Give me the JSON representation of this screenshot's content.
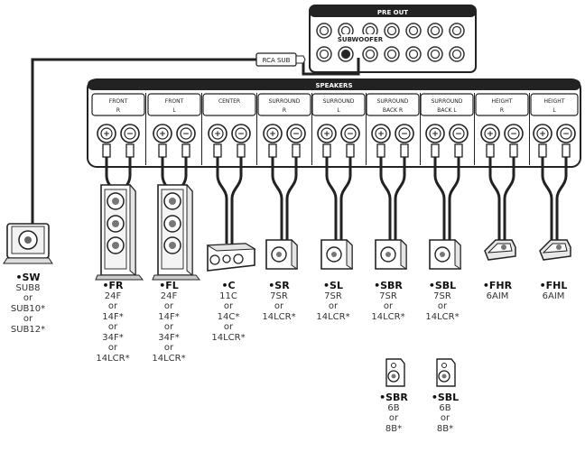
{
  "preout": {
    "title": "PRE OUT",
    "sub_label": "SUBWOOFER"
  },
  "rca_sub": "RCA SUB",
  "speakers_title": "SPEAKERS",
  "channels": [
    {
      "name": "FRONT",
      "side": "R"
    },
    {
      "name": "FRONT",
      "side": "L"
    },
    {
      "name": "CENTER",
      "side": ""
    },
    {
      "name": "SURROUND",
      "side": "R"
    },
    {
      "name": "SURROUND",
      "side": "L"
    },
    {
      "name": "SURROUND",
      "side": "BACK R"
    },
    {
      "name": "SURROUND",
      "side": "BACK L"
    },
    {
      "name": "HEIGHT",
      "side": "R"
    },
    {
      "name": "HEIGHT",
      "side": "L"
    }
  ],
  "terminal_signs": [
    "+",
    "−"
  ],
  "labels": {
    "sw": {
      "code": "•SW",
      "lines": [
        "SUB8",
        "or",
        "SUB10*",
        "or",
        "SUB12*"
      ]
    },
    "fr": {
      "code": "•FR",
      "lines": [
        "24F",
        "or",
        "14F*",
        "or",
        "34F*",
        "or",
        "14LCR*"
      ]
    },
    "fl": {
      "code": "•FL",
      "lines": [
        "24F",
        "or",
        "14F*",
        "or",
        "34F*",
        "or",
        "14LCR*"
      ]
    },
    "c": {
      "code": "•C",
      "lines": [
        "11C",
        "or",
        "14C*",
        "or",
        "14LCR*"
      ]
    },
    "sr": {
      "code": "•SR",
      "lines": [
        "7SR",
        "or",
        "14LCR*"
      ]
    },
    "sl": {
      "code": "•SL",
      "lines": [
        "7SR",
        "or",
        "14LCR*"
      ]
    },
    "sbr": {
      "code": "•SBR",
      "lines": [
        "7SR",
        "or",
        "14LCR*"
      ]
    },
    "sbl": {
      "code": "•SBL",
      "lines": [
        "7SR",
        "or",
        "14LCR*"
      ]
    },
    "fhr": {
      "code": "•FHR",
      "lines": [
        "6AIM"
      ]
    },
    "fhl": {
      "code": "•FHL",
      "lines": [
        "6AIM"
      ]
    },
    "sbr2": {
      "code": "•SBR",
      "lines": [
        "6B",
        "or",
        "8B*"
      ]
    },
    "sbl2": {
      "code": "•SBL",
      "lines": [
        "6B",
        "or",
        "8B*"
      ]
    }
  }
}
